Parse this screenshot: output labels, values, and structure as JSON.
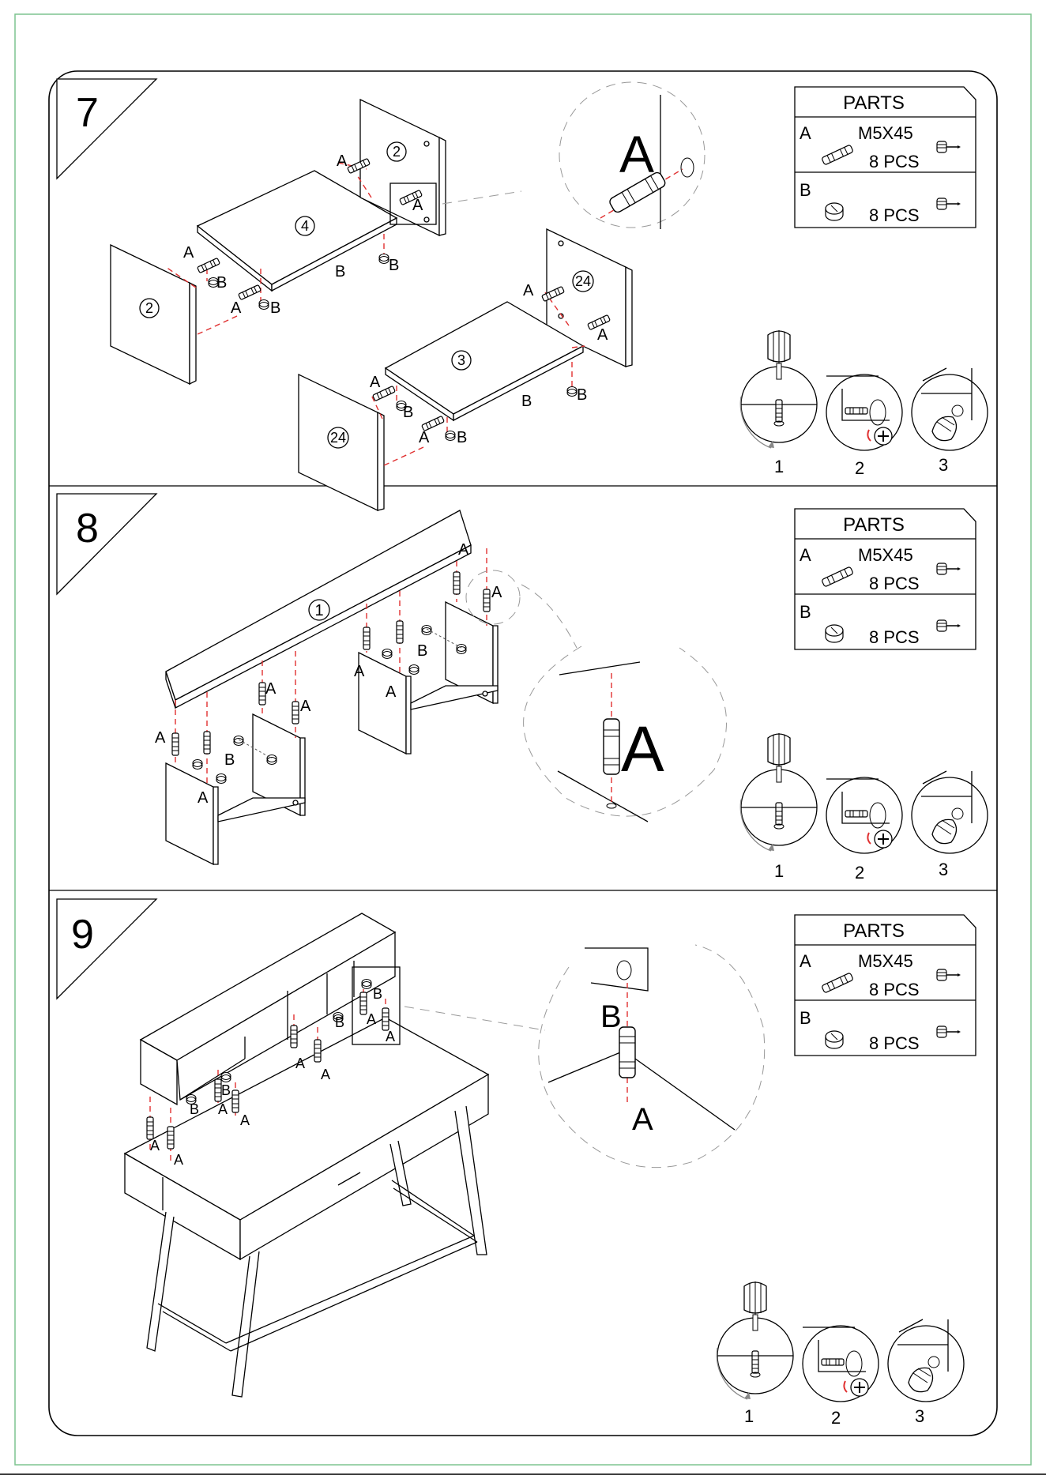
{
  "colors": {
    "border_green": "#7dc48f",
    "guide_red": "#e03030",
    "ink": "#000000"
  },
  "steps": [
    {
      "number": "7",
      "panel_labels": [
        "2",
        "4",
        "2",
        "24",
        "3",
        "24"
      ],
      "hardware_labels": {
        "a": "A",
        "b": "B"
      },
      "zoom_label": "A",
      "parts": {
        "title": "PARTS",
        "rows": [
          {
            "letter": "A",
            "spec": "M5X45",
            "qty": "8 PCS"
          },
          {
            "letter": "B",
            "spec": "",
            "qty": "8 PCS"
          }
        ]
      },
      "tool_steps": [
        "1",
        "2",
        "3"
      ]
    },
    {
      "number": "8",
      "panel_labels": [
        "1"
      ],
      "hardware_labels": {
        "a": "A",
        "b": "B"
      },
      "zoom_label": "A",
      "parts": {
        "title": "PARTS",
        "rows": [
          {
            "letter": "A",
            "spec": "M5X45",
            "qty": "8 PCS"
          },
          {
            "letter": "B",
            "spec": "",
            "qty": "8 PCS"
          }
        ]
      },
      "tool_steps": [
        "1",
        "2",
        "3"
      ]
    },
    {
      "number": "9",
      "hardware_labels": {
        "a": "A",
        "b": "B"
      },
      "zoom_labels": [
        "B",
        "A"
      ],
      "parts": {
        "title": "PARTS",
        "rows": [
          {
            "letter": "A",
            "spec": "M5X45",
            "qty": "8 PCS"
          },
          {
            "letter": "B",
            "spec": "",
            "qty": "8 PCS"
          }
        ]
      },
      "tool_steps": [
        "1",
        "2",
        "3"
      ]
    }
  ]
}
